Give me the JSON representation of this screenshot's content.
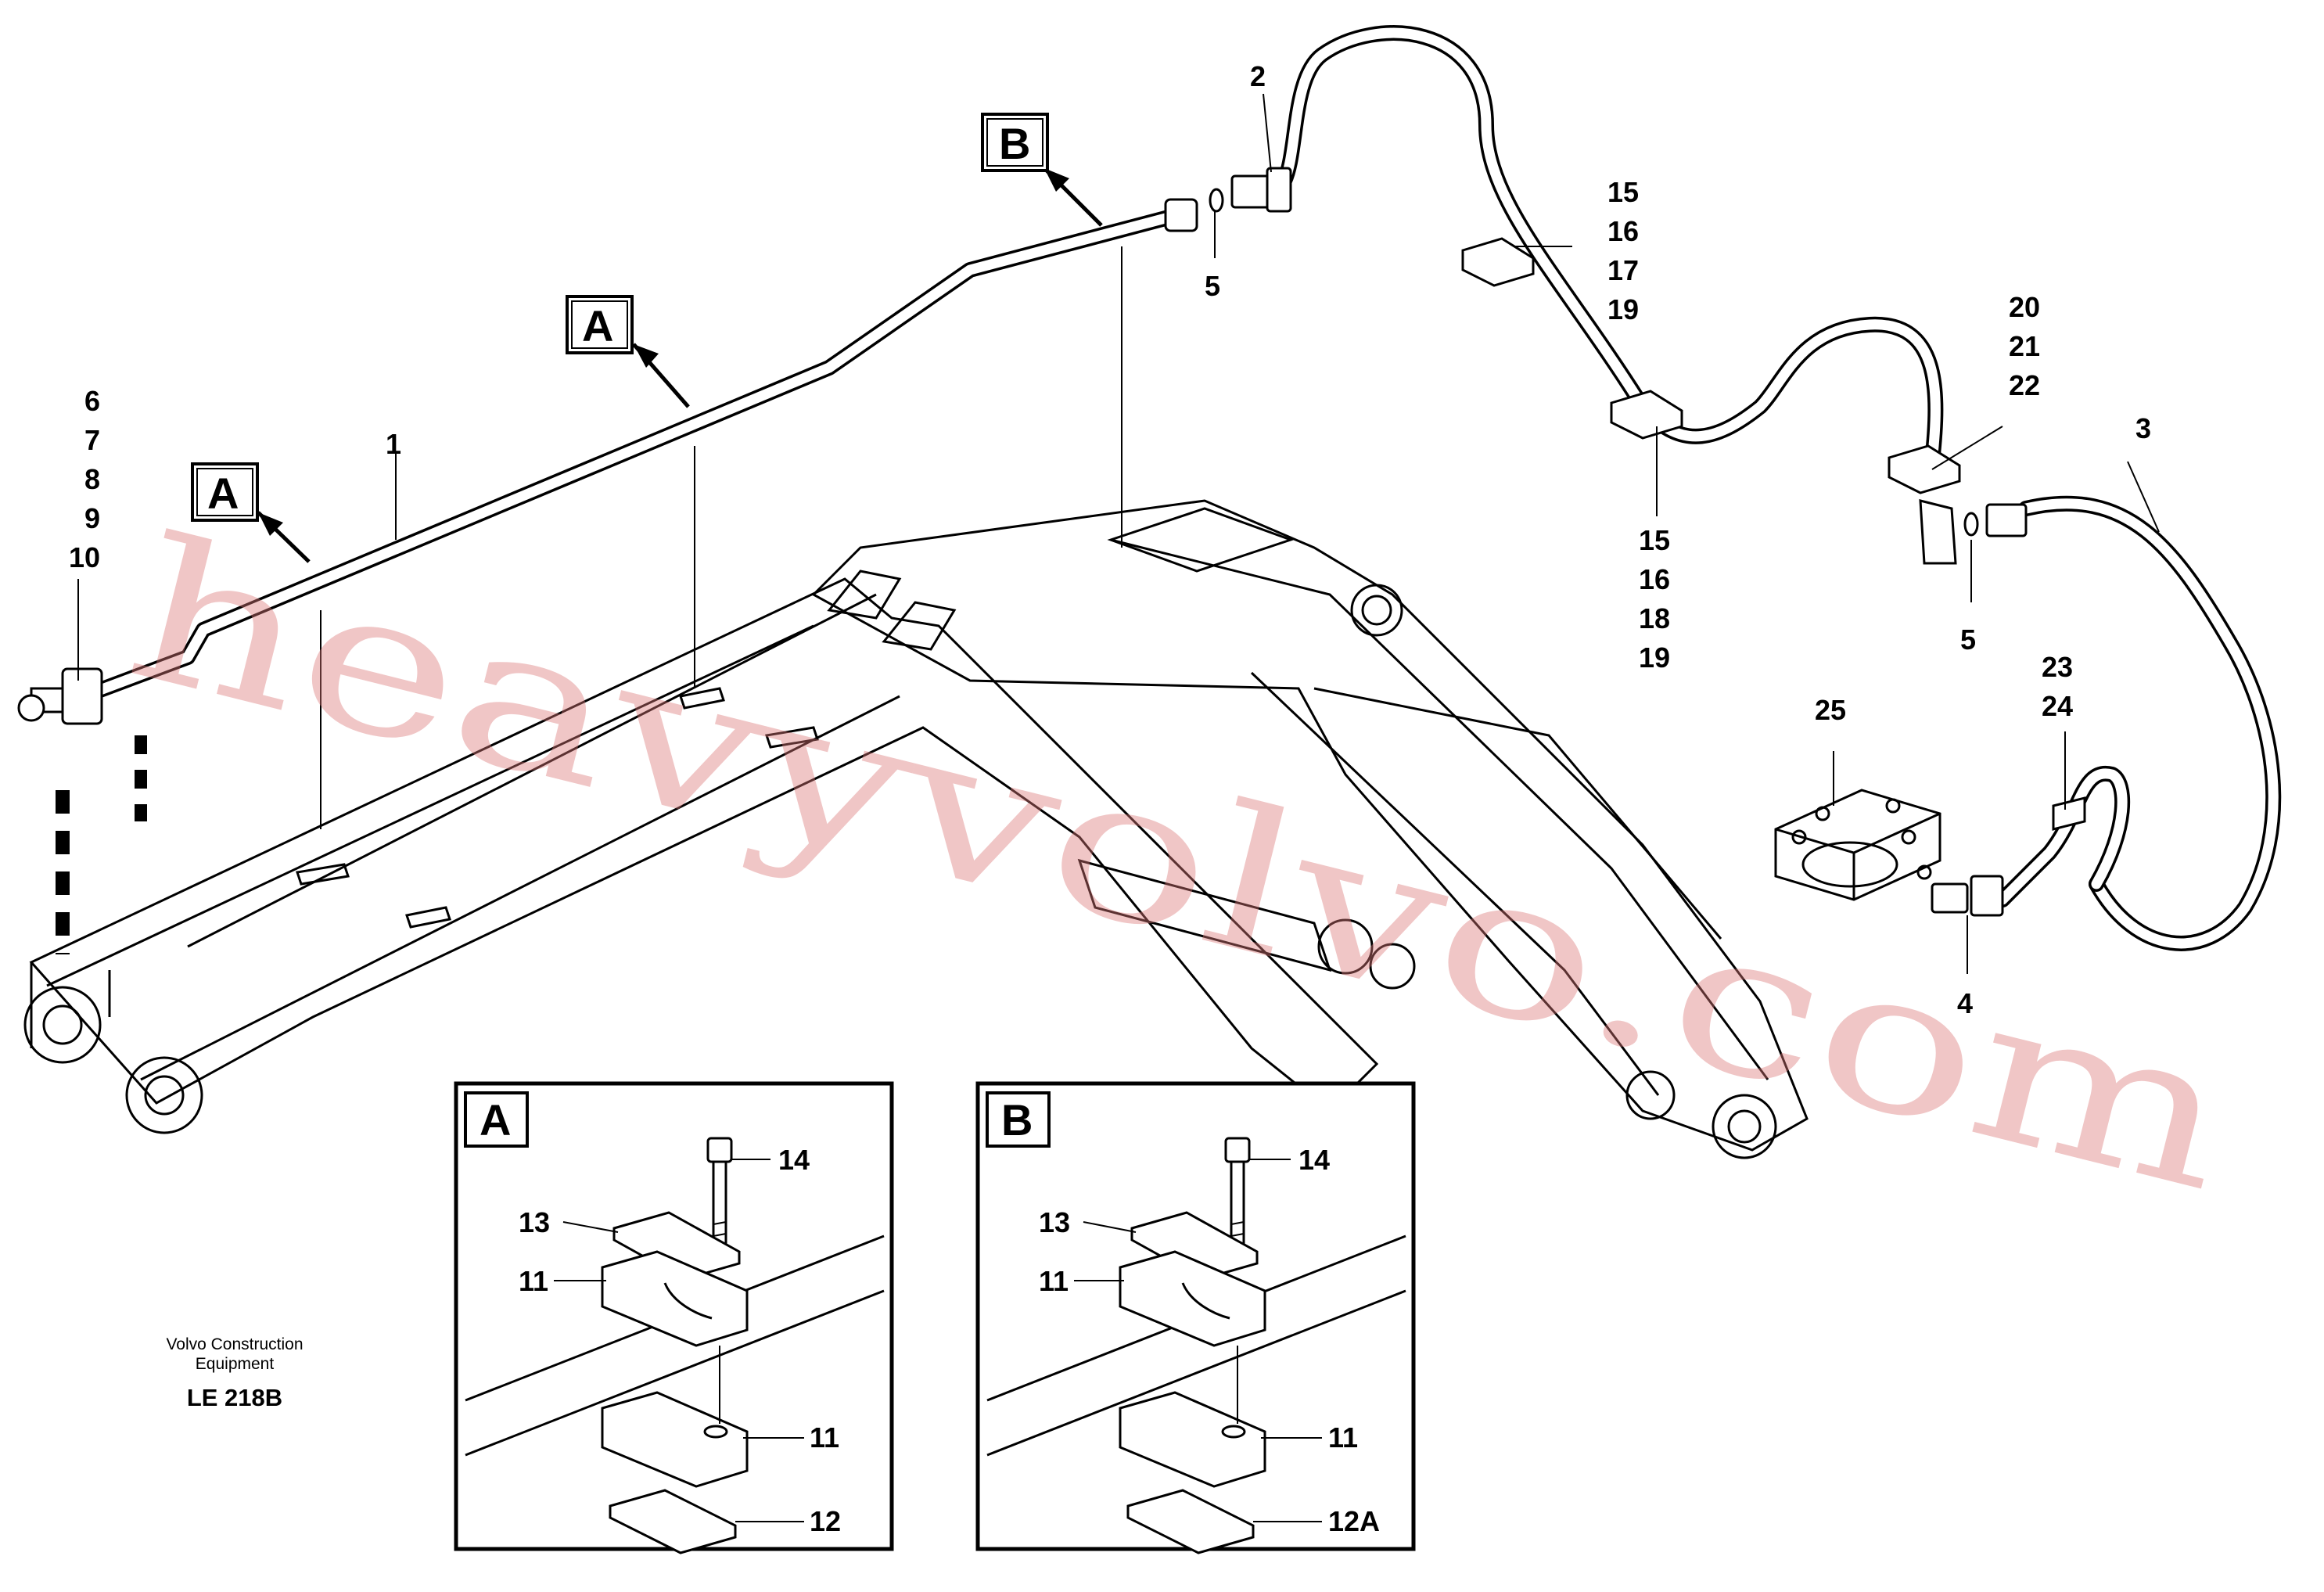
{
  "labels": {
    "l1": "1",
    "l2": "2",
    "l3": "3",
    "l4": "4",
    "l5a": "5",
    "l5b": "5",
    "l6": "6",
    "l7": "7",
    "l8": "8",
    "l9": "9",
    "l10": "10",
    "g15a": [
      "15",
      "16",
      "17",
      "19"
    ],
    "g15b": [
      "15",
      "16",
      "18",
      "19"
    ],
    "g20": [
      "20",
      "21",
      "22"
    ],
    "g23": [
      "23",
      "24"
    ],
    "l25": "25"
  },
  "callouts": {
    "a1": "A",
    "a2": "A",
    "b": "B"
  },
  "detail_a": {
    "title": "A",
    "n14": "14",
    "n13": "13",
    "n11a": "11",
    "n11b": "11",
    "n12": "12"
  },
  "detail_b": {
    "title": "B",
    "n14": "14",
    "n13": "13",
    "n11a": "11",
    "n11b": "11",
    "n12": "12A"
  },
  "credit": {
    "line1": "Volvo Construction",
    "line2": "Equipment",
    "code": "LE 218B"
  },
  "watermark": "heavyvolvo.com"
}
